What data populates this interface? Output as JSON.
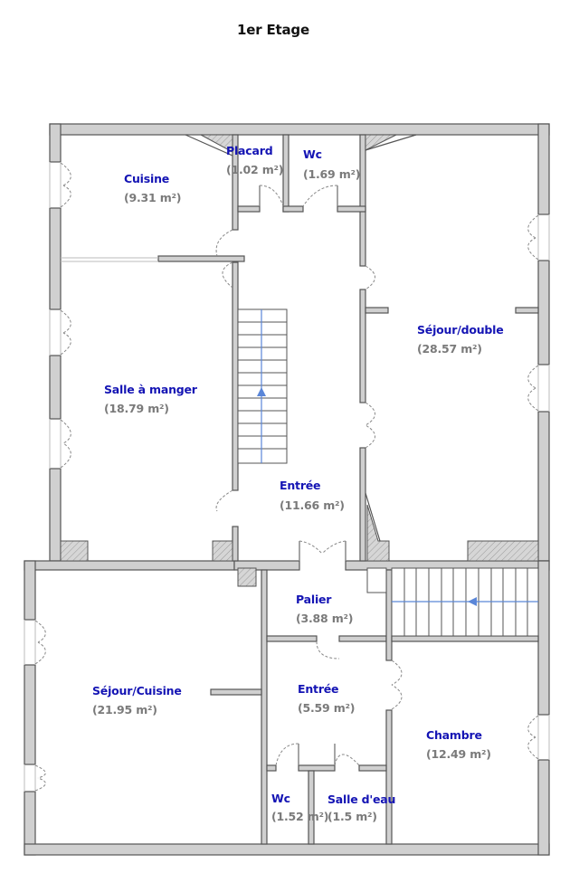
{
  "title": "1er Etage",
  "colors": {
    "wall_fill": "#d0d0d0",
    "wall_stroke": "#555555",
    "room_label": "#1414b4",
    "area_label": "#7a7a7a",
    "stair_arrow": "#5a86d8"
  },
  "rooms": [
    {
      "id": "cuisine",
      "name": "Cuisine",
      "area": "(9.31 m²)"
    },
    {
      "id": "placard",
      "name": "Placard",
      "area": "(1.02 m²)"
    },
    {
      "id": "wc-top",
      "name": "Wc",
      "area": "(1.69 m²)"
    },
    {
      "id": "sejour-double",
      "name": "Séjour/double",
      "area": "(28.57 m²)"
    },
    {
      "id": "salle-a-manger",
      "name": "Salle à manger",
      "area": "(18.79 m²)"
    },
    {
      "id": "entree-top",
      "name": "Entrée",
      "area": "(11.66 m²)"
    },
    {
      "id": "palier",
      "name": "Palier",
      "area": "(3.88 m²)"
    },
    {
      "id": "sejour-cuisine",
      "name": "Séjour/Cuisine",
      "area": "(21.95 m²)"
    },
    {
      "id": "entree-bottom",
      "name": "Entrée",
      "area": "(5.59 m²)"
    },
    {
      "id": "chambre",
      "name": "Chambre",
      "area": "(12.49 m²)"
    },
    {
      "id": "wc-bottom",
      "name": "Wc",
      "area": "(1.52 m²)"
    },
    {
      "id": "salle-d-eau",
      "name": "Salle d'eau",
      "area": "(1.5 m²)"
    }
  ]
}
